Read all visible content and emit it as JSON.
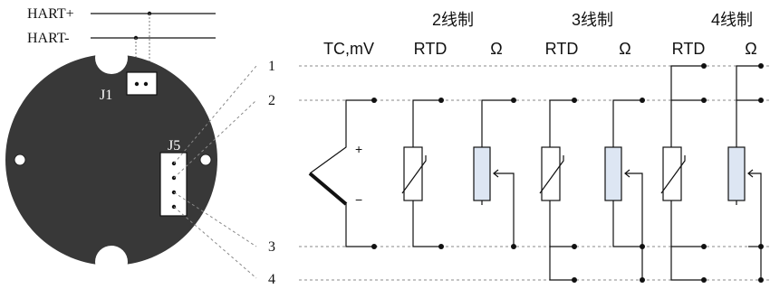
{
  "hart": {
    "plus_label": "HART+",
    "minus_label": "HART-"
  },
  "board": {
    "j1_label": "J1",
    "j5_label": "J5",
    "fill_color": "#383838",
    "connector_fill": "#ffffff"
  },
  "terminals": [
    "1",
    "2",
    "3",
    "4"
  ],
  "columns": {
    "tc_label": "TC,mV",
    "group_2wire": "2线制",
    "group_3wire": "3线制",
    "group_4wire": "4线制",
    "rtd_label": "RTD",
    "ohm_label": "Ω",
    "plus_sign": "+",
    "minus_sign": "−"
  },
  "colors": {
    "resistor_fill": "#dde6f3",
    "line": "#111111",
    "guide": "#888888"
  }
}
